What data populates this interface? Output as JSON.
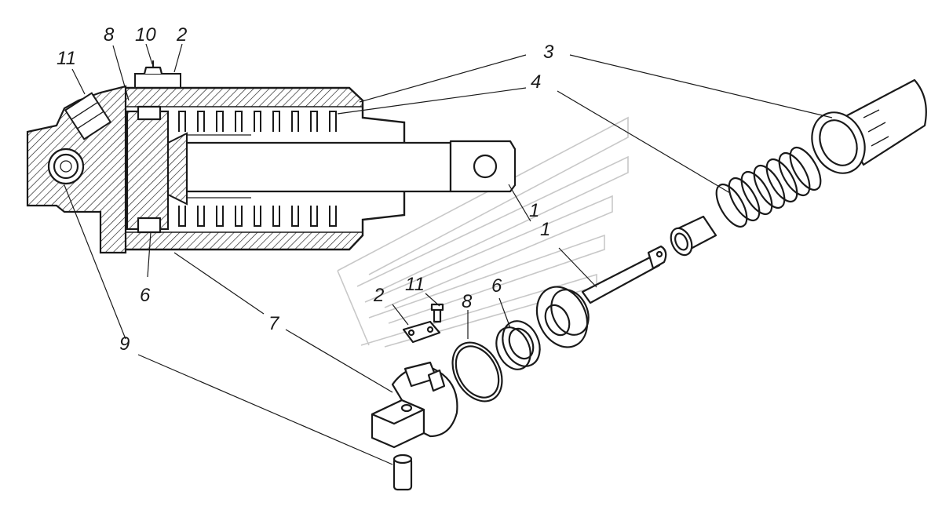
{
  "callouts": {
    "c1_assembly": "1",
    "c1_exploded": "1",
    "c2_assembly": "2",
    "c2_exploded": "2",
    "c3": "3",
    "c4": "4",
    "c6_assembly": "6",
    "c6_exploded": "6",
    "c7": "7",
    "c8_assembly": "8",
    "c8_exploded": "8",
    "c9": "9",
    "c10": "10",
    "c11_assembly": "11",
    "c11_exploded": "11"
  },
  "colors": {
    "ink": "#1a1a1a",
    "paper": "#ffffff",
    "watermark": "#c8c8c8"
  }
}
